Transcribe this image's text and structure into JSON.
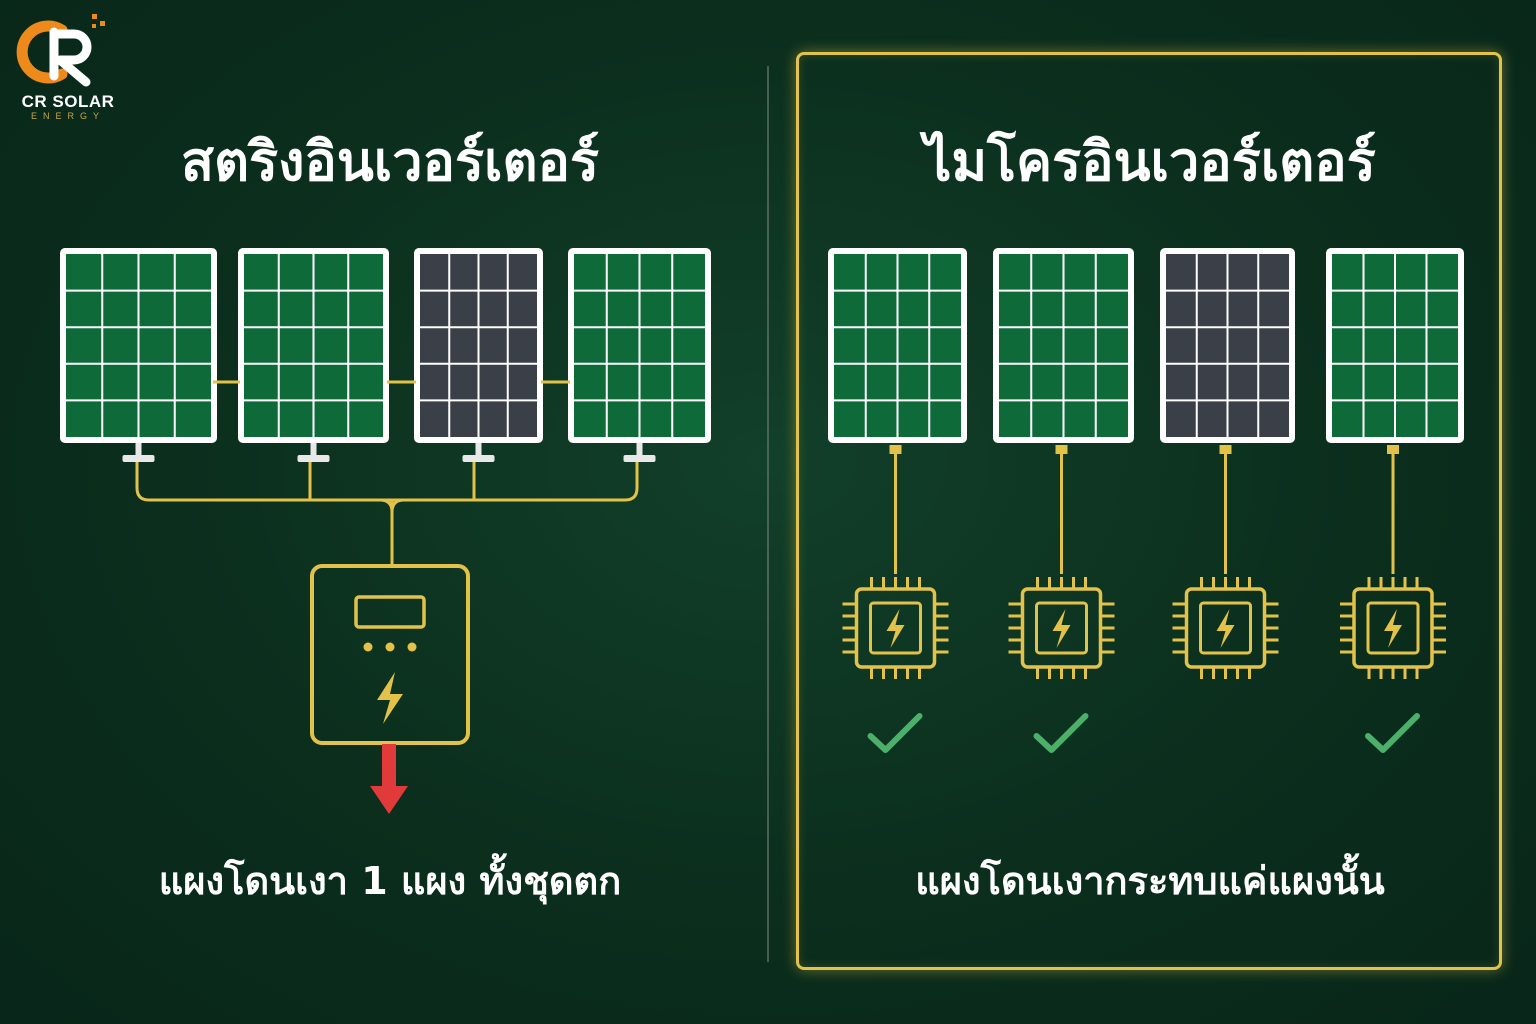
{
  "brand": {
    "name": "CR SOLAR",
    "sub": "ENERGY",
    "colors": {
      "orange": "#ee8a1c",
      "white": "#ffffff",
      "gold": "#c9a44a"
    }
  },
  "left_panel": {
    "title": "สตริงอินเวอร์เตอร์",
    "caption": "แผงโดนเงา 1 แผง ทั้งชุดตก",
    "panels": [
      {
        "state": "normal"
      },
      {
        "state": "normal"
      },
      {
        "state": "shaded"
      },
      {
        "state": "normal"
      }
    ],
    "inverter_icon": "string-inverter-icon",
    "output_icon": "down-arrow-icon"
  },
  "right_panel": {
    "title": "ไมโครอินเวอร์เตอร์",
    "caption": "แผงโดนเงากระทบแค่แผงนั้น",
    "panels": [
      {
        "state": "normal",
        "status": "ok"
      },
      {
        "state": "normal",
        "status": "ok"
      },
      {
        "state": "shaded",
        "status": "none"
      },
      {
        "state": "normal",
        "status": "ok"
      }
    ],
    "micro_inverter_icon": "micro-inverter-chip-icon",
    "status_icon": "check-icon"
  },
  "colors": {
    "panel_green": "#0f6a3a",
    "panel_shaded": "#3a3f48",
    "wire": "#e3c24a",
    "check": "#4caf6a",
    "arrow": "#e03a3a"
  }
}
